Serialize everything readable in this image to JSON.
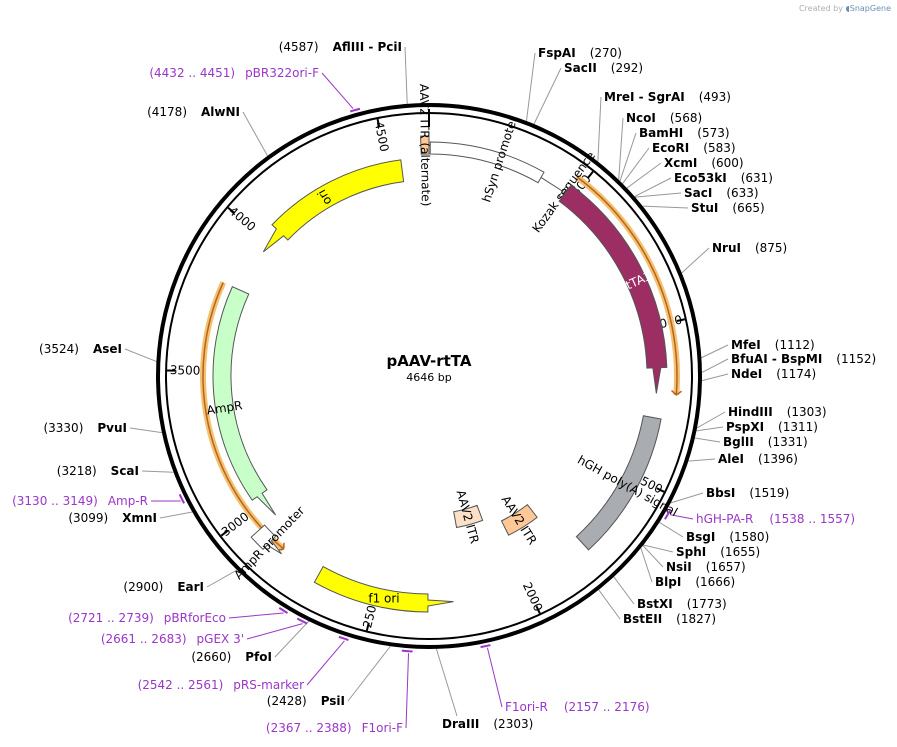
{
  "app": {
    "credit_prefix": "Created by",
    "credit_brand": "SnapGene"
  },
  "plasmid": {
    "name": "pAAV-rtTA",
    "length_label": "4646 bp",
    "length": 4646
  },
  "ticks": [
    {
      "pos": 500,
      "label": "500"
    },
    {
      "pos": 1000,
      "label": "1000"
    },
    {
      "pos": 1500,
      "label": "1500"
    },
    {
      "pos": 2000,
      "label": "2000"
    },
    {
      "pos": 2500,
      "label": "2500"
    },
    {
      "pos": 3000,
      "label": "3000"
    },
    {
      "pos": 3500,
      "label": "3500"
    },
    {
      "pos": 4000,
      "label": "4000"
    },
    {
      "pos": 4500,
      "label": "4500"
    }
  ],
  "features": [
    {
      "id": "aav2-itr-alt",
      "label": "AAV2 ITR (alternate)",
      "start": 4620,
      "end": 4646,
      "color": "#ffc896",
      "kind": "box"
    },
    {
      "id": "hsyn-promoter",
      "label": "hSyn promoter",
      "start": 4,
      "end": 463,
      "color": "#ffffff",
      "kind": "arrow"
    },
    {
      "id": "kozak",
      "label": "Kozak sequence",
      "start": 463,
      "end": 472,
      "color": "#ffffff",
      "kind": "box"
    },
    {
      "id": "rtta3",
      "label": "rtTA3",
      "start": 473,
      "end": 1218,
      "color": "#9c2e63",
      "kind": "arrow"
    },
    {
      "id": "hgh-polya",
      "label": "hGH poly(A) signal",
      "start": 1297,
      "end": 1774,
      "color": "#a9acb0",
      "kind": "box"
    },
    {
      "id": "aav2-itr-1",
      "label": "AAV2 ITR",
      "start": 1840,
      "end": 1980,
      "color": "#ffc896",
      "kind": "box"
    },
    {
      "id": "aav2-itr-2",
      "label": "AAV2 ITR",
      "start": 2060,
      "end": 2190,
      "color": "#fce0c8",
      "kind": "box"
    },
    {
      "id": "f1-ori",
      "label": "f1 ori",
      "start": 2243,
      "end": 2698,
      "color": "#ffff00",
      "kind": "arrow-rev"
    },
    {
      "id": "ampr-promoter",
      "label": "AmpR promoter",
      "start": 2835,
      "end": 2940,
      "color": "#ffffff",
      "kind": "arrow-rev"
    },
    {
      "id": "ampr",
      "label": "AmpR",
      "start": 2940,
      "end": 3800,
      "color": "#c8ffc8",
      "kind": "arrow-rev"
    },
    {
      "id": "ori",
      "label": "ori",
      "start": 3960,
      "end": 4550,
      "color": "#ffff00",
      "kind": "arrow-rev"
    }
  ],
  "orfs": [
    {
      "start": 473,
      "end": 1218,
      "dir": 1
    },
    {
      "start": 2840,
      "end": 3800,
      "dir": -1
    }
  ],
  "enzymes": [
    {
      "name": "FspAI",
      "pos": "(270)",
      "bp": 270
    },
    {
      "name": "SacII",
      "pos": "(292)",
      "bp": 292
    },
    {
      "name": "MreI  -  SgrAI",
      "pos": "(493)",
      "bp": 493
    },
    {
      "name": "NcoI",
      "pos": "(568)",
      "bp": 568
    },
    {
      "name": "BamHI",
      "pos": "(573)",
      "bp": 573
    },
    {
      "name": "EcoRI",
      "pos": "(583)",
      "bp": 583
    },
    {
      "name": "XcmI",
      "pos": "(600)",
      "bp": 600
    },
    {
      "name": "Eco53kI",
      "pos": "(631)",
      "bp": 631
    },
    {
      "name": "SacI",
      "pos": "(633)",
      "bp": 633
    },
    {
      "name": "StuI",
      "pos": "(665)",
      "bp": 665
    },
    {
      "name": "NruI",
      "pos": "(875)",
      "bp": 875
    },
    {
      "name": "MfeI",
      "pos": "(1112)",
      "bp": 1112
    },
    {
      "name": "BfuAI  -  BspMI",
      "pos": "(1152)",
      "bp": 1152
    },
    {
      "name": "NdeI",
      "pos": "(1174)",
      "bp": 1174
    },
    {
      "name": "HindIII",
      "pos": "(1303)",
      "bp": 1303
    },
    {
      "name": "PspXI",
      "pos": "(1311)",
      "bp": 1311
    },
    {
      "name": "BglII",
      "pos": "(1331)",
      "bp": 1331
    },
    {
      "name": "AleI",
      "pos": "(1396)",
      "bp": 1396
    },
    {
      "name": "BbsI",
      "pos": "(1519)",
      "bp": 1519
    },
    {
      "name": "BsgI",
      "pos": "(1580)",
      "bp": 1580
    },
    {
      "name": "SphI",
      "pos": "(1655)",
      "bp": 1655
    },
    {
      "name": "NsiI",
      "pos": "(1657)",
      "bp": 1657
    },
    {
      "name": "BlpI",
      "pos": "(1666)",
      "bp": 1666
    },
    {
      "name": "BstXI",
      "pos": "(1773)",
      "bp": 1773
    },
    {
      "name": "BstEII",
      "pos": "(1827)",
      "bp": 1827
    },
    {
      "name": "DraIII",
      "pos": "(2303)",
      "bp": 2303
    },
    {
      "name": "PsiI",
      "pos": "(2428)",
      "bp": 2428
    },
    {
      "name": "PfoI",
      "pos": "(2660)",
      "bp": 2660
    },
    {
      "name": "EarI",
      "pos": "(2900)",
      "bp": 2900
    },
    {
      "name": "XmnI",
      "pos": "(3099)",
      "bp": 3099
    },
    {
      "name": "ScaI",
      "pos": "(3218)",
      "bp": 3218
    },
    {
      "name": "PvuI",
      "pos": "(3330)",
      "bp": 3330
    },
    {
      "name": "AseI",
      "pos": "(3524)",
      "bp": 3524
    },
    {
      "name": "AlwNI",
      "pos": "(4178)",
      "bp": 4178
    },
    {
      "name": "AflIII  -  PciI",
      "pos": "(4587)",
      "bp": 4587
    }
  ],
  "primers": [
    {
      "name": "hGH-PA-R",
      "range": "(1538 .. 1557)",
      "start": 1538,
      "end": 1557
    },
    {
      "name": "F1ori-R",
      "range": "(2157 .. 2176)",
      "start": 2157,
      "end": 2176
    },
    {
      "name": "F1ori-F",
      "range": "(2367 .. 2388)",
      "start": 2367,
      "end": 2388
    },
    {
      "name": "pRS-marker",
      "range": "(2542 .. 2561)",
      "start": 2542,
      "end": 2561
    },
    {
      "name": "pGEX 3'",
      "range": "(2661 .. 2683)",
      "start": 2661,
      "end": 2683
    },
    {
      "name": "pBRforEco",
      "range": "(2721 .. 2739)",
      "start": 2721,
      "end": 2739
    },
    {
      "name": "Amp-R",
      "range": "(3130 .. 3149)",
      "start": 3130,
      "end": 3149
    },
    {
      "name": "pBR322ori-F",
      "range": "(4432 .. 4451)",
      "start": 4432,
      "end": 4451
    }
  ]
}
